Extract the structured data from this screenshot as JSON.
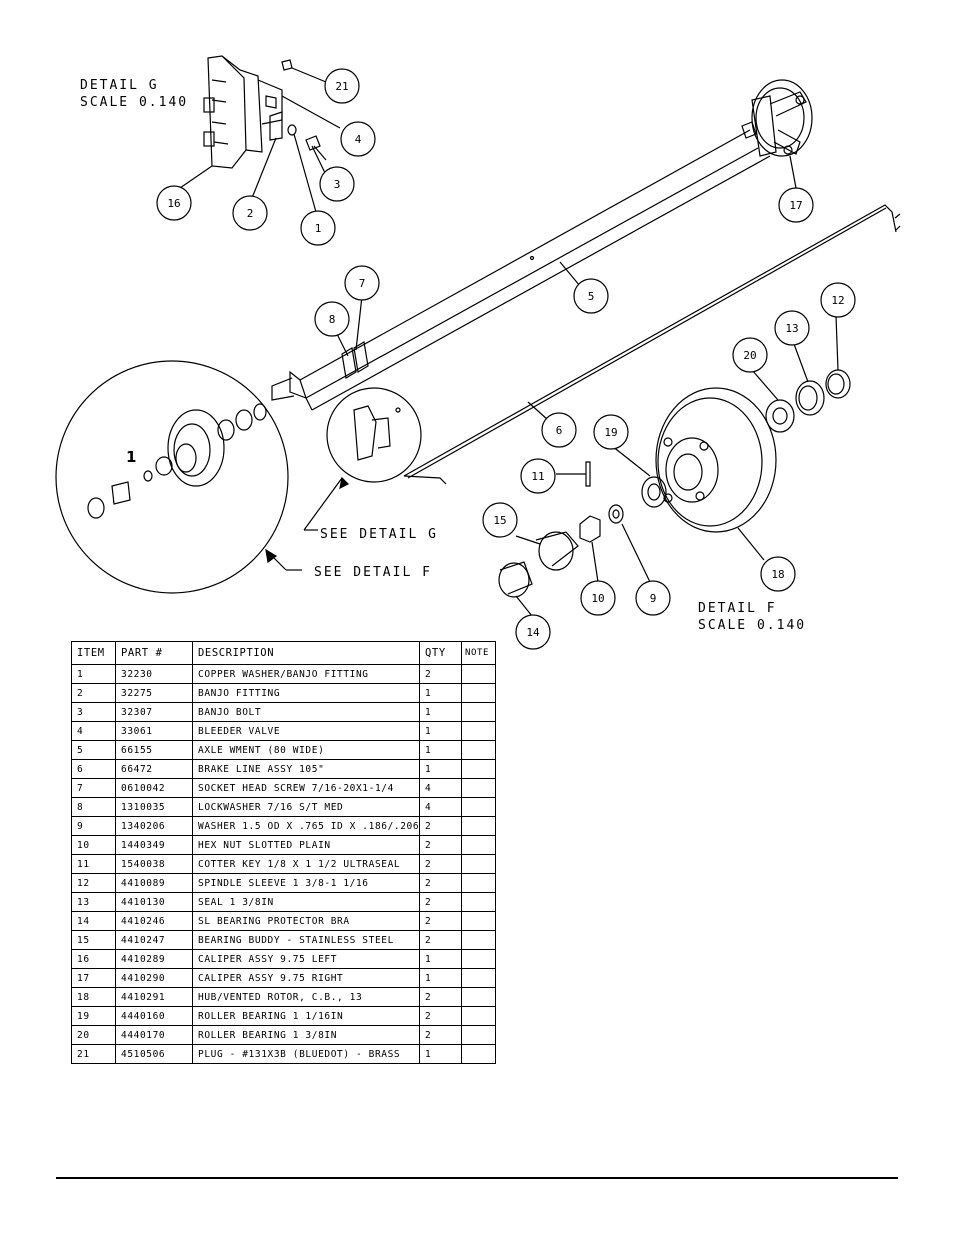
{
  "detail_g": {
    "title": "DETAIL  G",
    "scale": "SCALE  0.140"
  },
  "detail_f": {
    "title": "DETAIL  F",
    "scale": "SCALE  0.140"
  },
  "callouts": {
    "see_detail_g": "SEE DETAIL  G",
    "see_detail_f": "SEE DETAIL  F",
    "detail_f_item": "1"
  },
  "balloons": [
    "21",
    "4",
    "3",
    "16",
    "2",
    "1",
    "17",
    "7",
    "5",
    "8",
    "12",
    "13",
    "20",
    "6",
    "19",
    "11",
    "15",
    "10",
    "9",
    "18",
    "14"
  ],
  "table": {
    "headers": [
      "ITEM",
      "PART #",
      "DESCRIPTION",
      "QTY",
      "NOTE"
    ],
    "rows": [
      [
        "1",
        "32230",
        "COPPER WASHER/BANJO FITTING",
        "2",
        ""
      ],
      [
        "2",
        "32275",
        "BANJO FITTING",
        "1",
        ""
      ],
      [
        "3",
        "32307",
        "BANJO BOLT",
        "1",
        ""
      ],
      [
        "4",
        "33061",
        "BLEEDER VALVE",
        "1",
        ""
      ],
      [
        "5",
        "66155",
        "AXLE WMENT (80 WIDE)",
        "1",
        ""
      ],
      [
        "6",
        "66472",
        "BRAKE LINE ASSY 105\"",
        "1",
        ""
      ],
      [
        "7",
        "0610042",
        "SOCKET HEAD SCREW 7/16-20X1-1/4",
        "4",
        ""
      ],
      [
        "8",
        "1310035",
        "LOCKWASHER 7/16 S/T MED",
        "4",
        ""
      ],
      [
        "9",
        "1340206",
        "WASHER 1.5 OD X .765 ID X .186/.206",
        "2",
        ""
      ],
      [
        "10",
        "1440349",
        "HEX NUT SLOTTED PLAIN",
        "2",
        ""
      ],
      [
        "11",
        "1540038",
        "COTTER KEY 1/8 X 1 1/2 ULTRASEAL",
        "2",
        ""
      ],
      [
        "12",
        "4410089",
        "SPINDLE SLEEVE  1 3/8-1 1/16",
        "2",
        ""
      ],
      [
        "13",
        "4410130",
        "SEAL  1 3/8IN",
        "2",
        ""
      ],
      [
        "14",
        "4410246",
        "SL BEARING PROTECTOR BRA",
        "2",
        ""
      ],
      [
        "15",
        "4410247",
        "BEARING BUDDY - STAINLESS STEEL",
        "2",
        ""
      ],
      [
        "16",
        "4410289",
        "CALIPER ASSY 9.75 LEFT",
        "1",
        ""
      ],
      [
        "17",
        "4410290",
        "CALIPER ASSY 9.75 RIGHT",
        "1",
        ""
      ],
      [
        "18",
        "4410291",
        "HUB/VENTED ROTOR, C.B.,  13",
        "2",
        ""
      ],
      [
        "19",
        "4440160",
        "ROLLER BEARING  1 1/16IN",
        "2",
        ""
      ],
      [
        "20",
        "4440170",
        "ROLLER BEARING  1 3/8IN",
        "2",
        ""
      ],
      [
        "21",
        "4510506",
        "PLUG - #131X3B (BLUEDOT) - BRASS",
        "1",
        ""
      ]
    ]
  }
}
